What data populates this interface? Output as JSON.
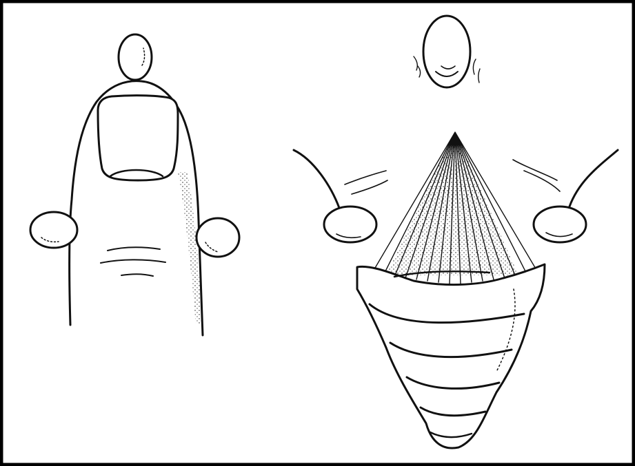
{
  "figure": {
    "panels": [
      {
        "id": "left",
        "subject": "finger-tip-with-nail",
        "icons": [
          "nail-icon"
        ]
      },
      {
        "id": "right",
        "subject": "throat-larynx-view",
        "icons": []
      }
    ],
    "colors": {
      "ink": "#111111",
      "background": "#ffffff",
      "border": "#000000"
    }
  }
}
